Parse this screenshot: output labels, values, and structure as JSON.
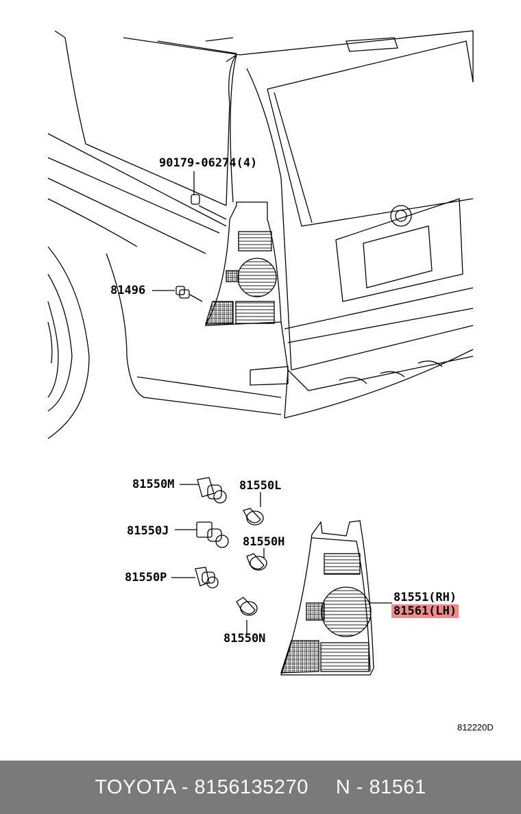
{
  "callouts": {
    "bolt": "90179-06274(4)",
    "socket_top": "81496",
    "bulb_m": "81550M",
    "bulb_l": "81550L",
    "bulb_j": "81550J",
    "bulb_h": "81550H",
    "bulb_p": "81550P",
    "bulb_n": "81550N",
    "lamp_rh": "81551(RH)",
    "lamp_lh": "81561(LH)"
  },
  "diagram_code": "812220D",
  "footer": {
    "brand_part": "TOYOTA - 8156135270",
    "ref": "N - 81561"
  },
  "colors": {
    "highlight": "#f08a8a",
    "footer_bg": "#7a7a7a"
  }
}
